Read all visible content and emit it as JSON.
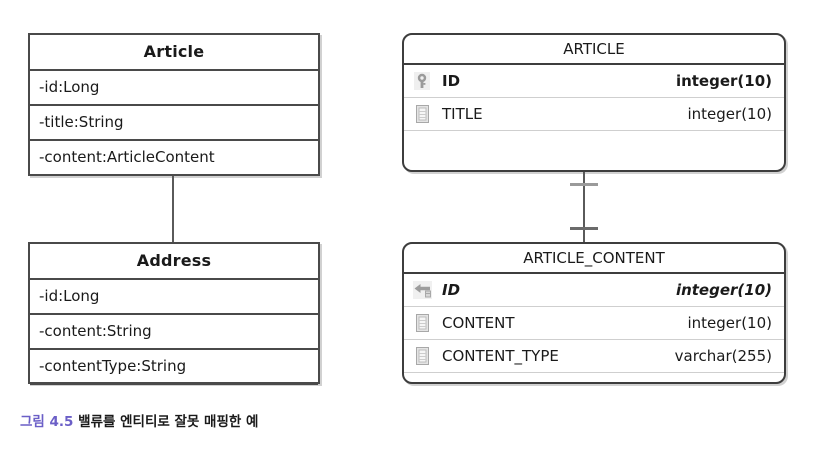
{
  "figure": {
    "caption_label": "그림 4.5",
    "caption_text": "밸류를 엔티티로 잘못 매핑한 예",
    "caption_label_color": "#6b5fc7",
    "caption_text_color": "#1a1a1a"
  },
  "uml": {
    "classes": [
      {
        "name": "Article",
        "attributes": [
          "-id:Long",
          "-title:String",
          "-content:ArticleContent"
        ]
      },
      {
        "name": "Address",
        "attributes": [
          "-id:Long",
          "-content:String",
          "-contentType:String"
        ]
      }
    ],
    "association": {
      "kind": "plain-line",
      "from": "Article",
      "to": "Address"
    }
  },
  "erd": {
    "tables": [
      {
        "name": "ARTICLE",
        "columns": [
          {
            "icon": "primary-key-icon",
            "name": "ID",
            "type": "integer(10)",
            "bold": true,
            "italic": false
          },
          {
            "icon": "column-icon",
            "name": "TITLE",
            "type": "integer(10)",
            "bold": false,
            "italic": false
          }
        ]
      },
      {
        "name": "ARTICLE_CONTENT",
        "columns": [
          {
            "icon": "foreign-key-icon",
            "name": "ID",
            "type": "integer(10)",
            "bold": true,
            "italic": true
          },
          {
            "icon": "column-icon",
            "name": "CONTENT",
            "type": "integer(10)",
            "bold": false,
            "italic": false
          },
          {
            "icon": "column-icon",
            "name": "CONTENT_TYPE",
            "type": "varchar(255)",
            "bold": false,
            "italic": false
          }
        ]
      }
    ],
    "relationship": {
      "kind": "one-to-one",
      "from": "ARTICLE",
      "to": "ARTICLE_CONTENT",
      "notation": "two-crossbars"
    }
  },
  "colors": {
    "uml_border": "#4a4a4a",
    "erd_border": "#3d3d3d",
    "row_divider": "#cfcfcf",
    "icon_gray": "#8d8d8d",
    "connector": "#5a5a5a",
    "background": "#ffffff"
  }
}
